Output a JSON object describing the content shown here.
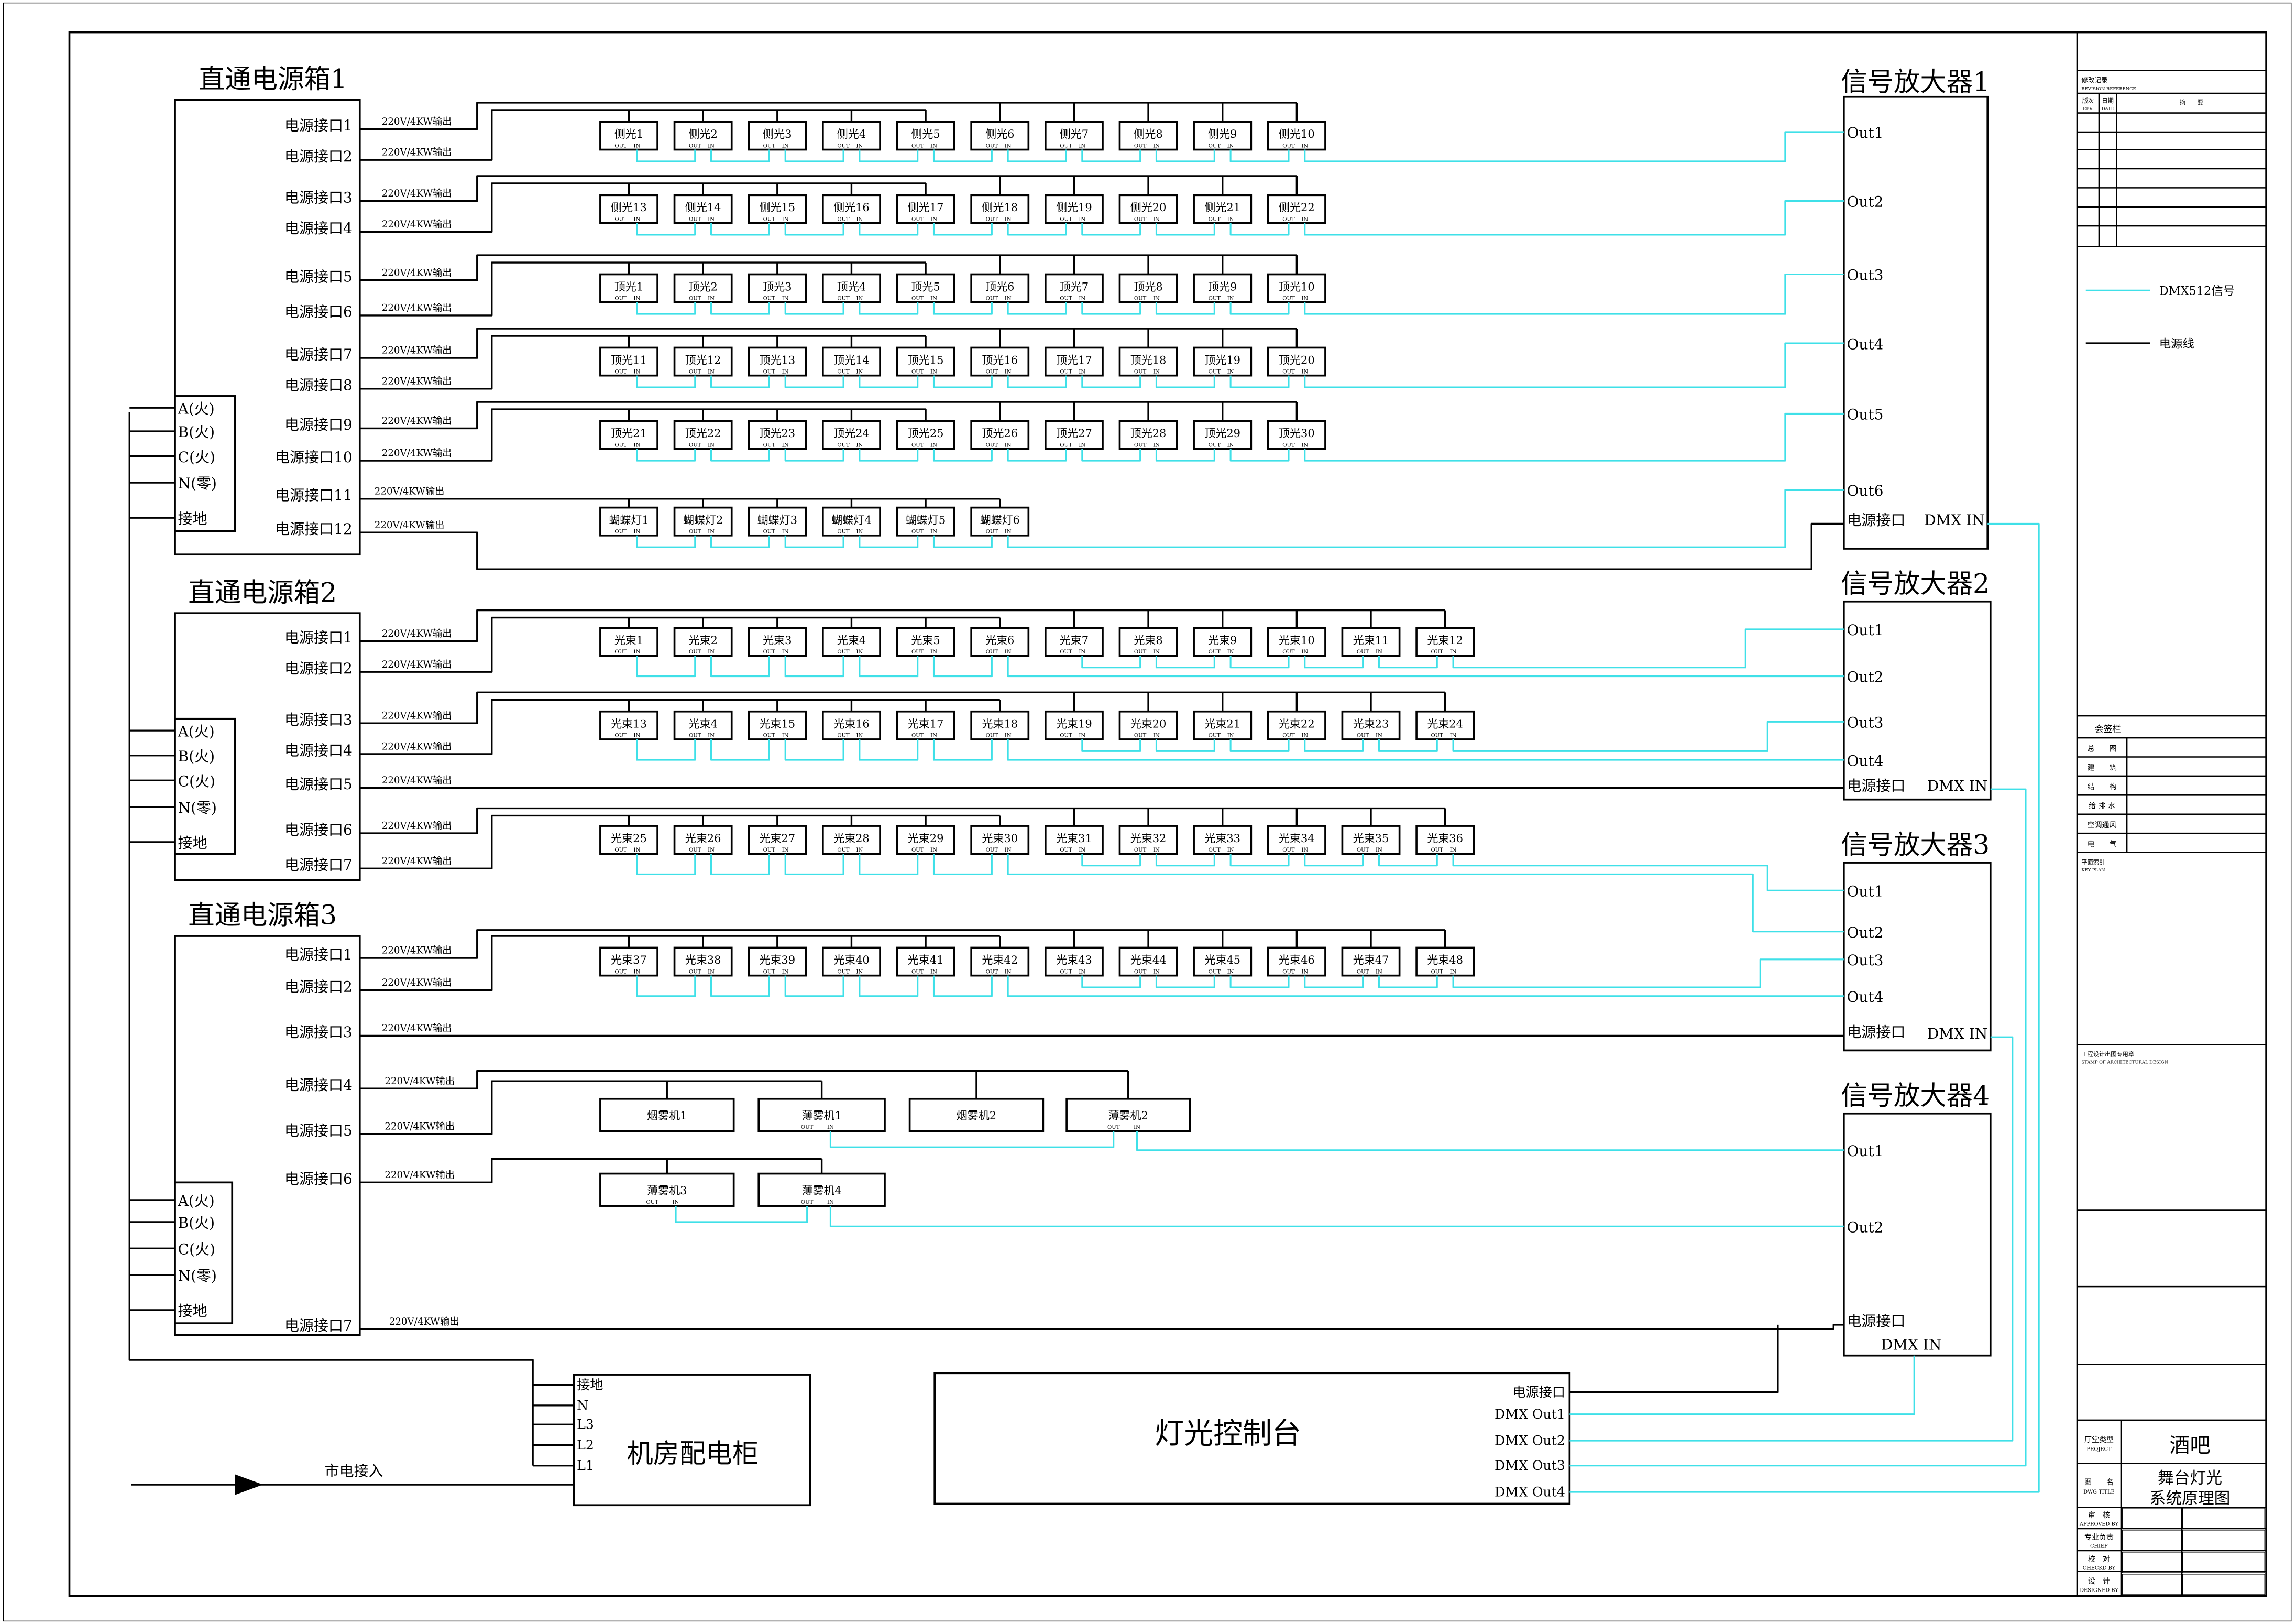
{
  "colors": {
    "dmx": "#3fe0e8",
    "power": "#000000",
    "title_red": "#d0101e"
  },
  "power_boxes": [
    {
      "title": "直通电源箱1",
      "ports": [
        "电源接口1",
        "电源接口2",
        "电源接口3",
        "电源接口4",
        "电源接口5",
        "电源接口6",
        "电源接口7",
        "电源接口8",
        "电源接口9",
        "电源接口10",
        "电源接口11",
        "电源接口12"
      ],
      "phases": [
        "A(火)",
        "B(火)",
        "C(火)",
        "N(零)",
        "接地"
      ]
    },
    {
      "title": "直通电源箱2",
      "ports": [
        "电源接口1",
        "电源接口2",
        "电源接口3",
        "电源接口4",
        "电源接口5",
        "电源接口6",
        "电源接口7"
      ],
      "phases": [
        "A(火)",
        "B(火)",
        "C(火)",
        "N(零)",
        "接地"
      ]
    },
    {
      "title": "直通电源箱3",
      "ports": [
        "电源接口1",
        "电源接口2",
        "电源接口3",
        "电源接口4",
        "电源接口5",
        "电源接口6",
        "电源接口7"
      ],
      "phases": [
        "A(火)",
        "B(火)",
        "C(火)",
        "N(零)",
        "接地"
      ]
    }
  ],
  "output_label": "220V/4KW输出",
  "fixture_port_labels": {
    "out": "OUT",
    "in": "IN"
  },
  "fixture_rows": [
    {
      "labels": [
        "侧光1",
        "侧光2",
        "侧光3",
        "侧光4",
        "侧光5",
        "侧光6",
        "侧光7",
        "侧光8",
        "侧光9",
        "侧光10"
      ]
    },
    {
      "labels": [
        "侧光13",
        "侧光14",
        "侧光15",
        "侧光16",
        "侧光17",
        "侧光18",
        "侧光19",
        "侧光20",
        "侧光21",
        "侧光22"
      ]
    },
    {
      "labels": [
        "顶光1",
        "顶光2",
        "顶光3",
        "顶光4",
        "顶光5",
        "顶光6",
        "顶光7",
        "顶光8",
        "顶光9",
        "顶光10"
      ]
    },
    {
      "labels": [
        "顶光11",
        "顶光12",
        "顶光13",
        "顶光14",
        "顶光15",
        "顶光16",
        "顶光17",
        "顶光18",
        "顶光19",
        "顶光20"
      ]
    },
    {
      "labels": [
        "顶光21",
        "顶光22",
        "顶光23",
        "顶光24",
        "顶光25",
        "顶光26",
        "顶光27",
        "顶光28",
        "顶光29",
        "顶光30"
      ]
    },
    {
      "labels": [
        "蝴蝶灯1",
        "蝴蝶灯2",
        "蝴蝶灯3",
        "蝴蝶灯4",
        "蝴蝶灯5",
        "蝴蝶灯6"
      ]
    },
    {
      "labels": [
        "光束1",
        "光束2",
        "光束3",
        "光束4",
        "光束5",
        "光束6",
        "光束7",
        "光束8",
        "光束9",
        "光束10",
        "光束11",
        "光束12"
      ]
    },
    {
      "labels": [
        "光束13",
        "光束4",
        "光束15",
        "光束16",
        "光束17",
        "光束18",
        "光束19",
        "光束20",
        "光束21",
        "光束22",
        "光束23",
        "光束24"
      ]
    },
    {
      "labels": [
        "光束25",
        "光束26",
        "光束27",
        "光束28",
        "光束29",
        "光束30",
        "光束31",
        "光束32",
        "光束33",
        "光束34",
        "光束35",
        "光束36"
      ]
    },
    {
      "labels": [
        "光束37",
        "光束38",
        "光束39",
        "光束40",
        "光束41",
        "光束42",
        "光束43",
        "光束44",
        "光束45",
        "光束46",
        "光束47",
        "光束48"
      ]
    }
  ],
  "fog_machines": [
    {
      "label": "烟雾机1",
      "dmx": false
    },
    {
      "label": "薄雾机1",
      "dmx": true
    },
    {
      "label": "烟雾机2",
      "dmx": false
    },
    {
      "label": "薄雾机2",
      "dmx": true
    },
    {
      "label": "薄雾机3",
      "dmx": true
    },
    {
      "label": "薄雾机4",
      "dmx": true
    }
  ],
  "amplifiers": [
    {
      "title": "信号放大器1",
      "outputs": [
        "Out1",
        "Out2",
        "Out3",
        "Out4",
        "Out5",
        "Out6"
      ],
      "power_label": "电源接口",
      "dmx_in_label": "DMX IN"
    },
    {
      "title": "信号放大器2",
      "outputs": [
        "Out1",
        "Out2",
        "Out3",
        "Out4"
      ],
      "power_label": "电源接口",
      "dmx_in_label": "DMX IN"
    },
    {
      "title": "信号放大器3",
      "outputs": [
        "Out1",
        "Out2",
        "Out3",
        "Out4"
      ],
      "power_label": "电源接口",
      "dmx_in_label": "DMX IN"
    },
    {
      "title": "信号放大器4",
      "outputs": [
        "Out1",
        "Out2"
      ],
      "power_label": "电源接口",
      "dmx_in_label": "DMX IN"
    }
  ],
  "console": {
    "title": "灯光控制台",
    "power_label": "电源接口",
    "outputs": [
      "DMX Out1",
      "DMX Out2",
      "DMX Out3",
      "DMX Out4"
    ]
  },
  "distribution": {
    "title": "机房配电柜",
    "terminals": [
      "接地",
      "N",
      "L3",
      "L2",
      "L1"
    ],
    "mains_label": "市电接入"
  },
  "legend": {
    "dmx": "DMX512信号",
    "power": "电源线"
  },
  "title_block": {
    "revision_title": "修改记录",
    "revision_title_en": "REVISION REFERENCE",
    "rev": "版次",
    "rev_en": "REV.",
    "date": "日期",
    "date_en": "DATE",
    "summary": "摘　　要",
    "countersign": "会签栏",
    "disciplines": [
      "总　　图",
      "建　　筑",
      "结　　构",
      "给 排 水",
      "空调通风",
      "电　　气"
    ],
    "key_plan": "平面索引",
    "key_plan_en": "KEY PLAN",
    "stamp": "工程设计出图专用章",
    "stamp_en": "STAMP OF ARCHITECTURAL DESIGN",
    "project_label": "厅堂类型",
    "project_label_en": "PROJECT",
    "project": "酒吧",
    "dwg_label": "图　　名",
    "dwg_label_en": "DWG TITLE",
    "dwg_title_lines": [
      "舞台灯光",
      "系统原理图"
    ],
    "signatures": [
      {
        "cn": "审　核",
        "en": "APPROVED BY"
      },
      {
        "cn": "专业负责",
        "en": "CHIEF"
      },
      {
        "cn": "校　对",
        "en": "CHECKD BY"
      },
      {
        "cn": "设　计",
        "en": "DESIGNED BY"
      }
    ]
  }
}
